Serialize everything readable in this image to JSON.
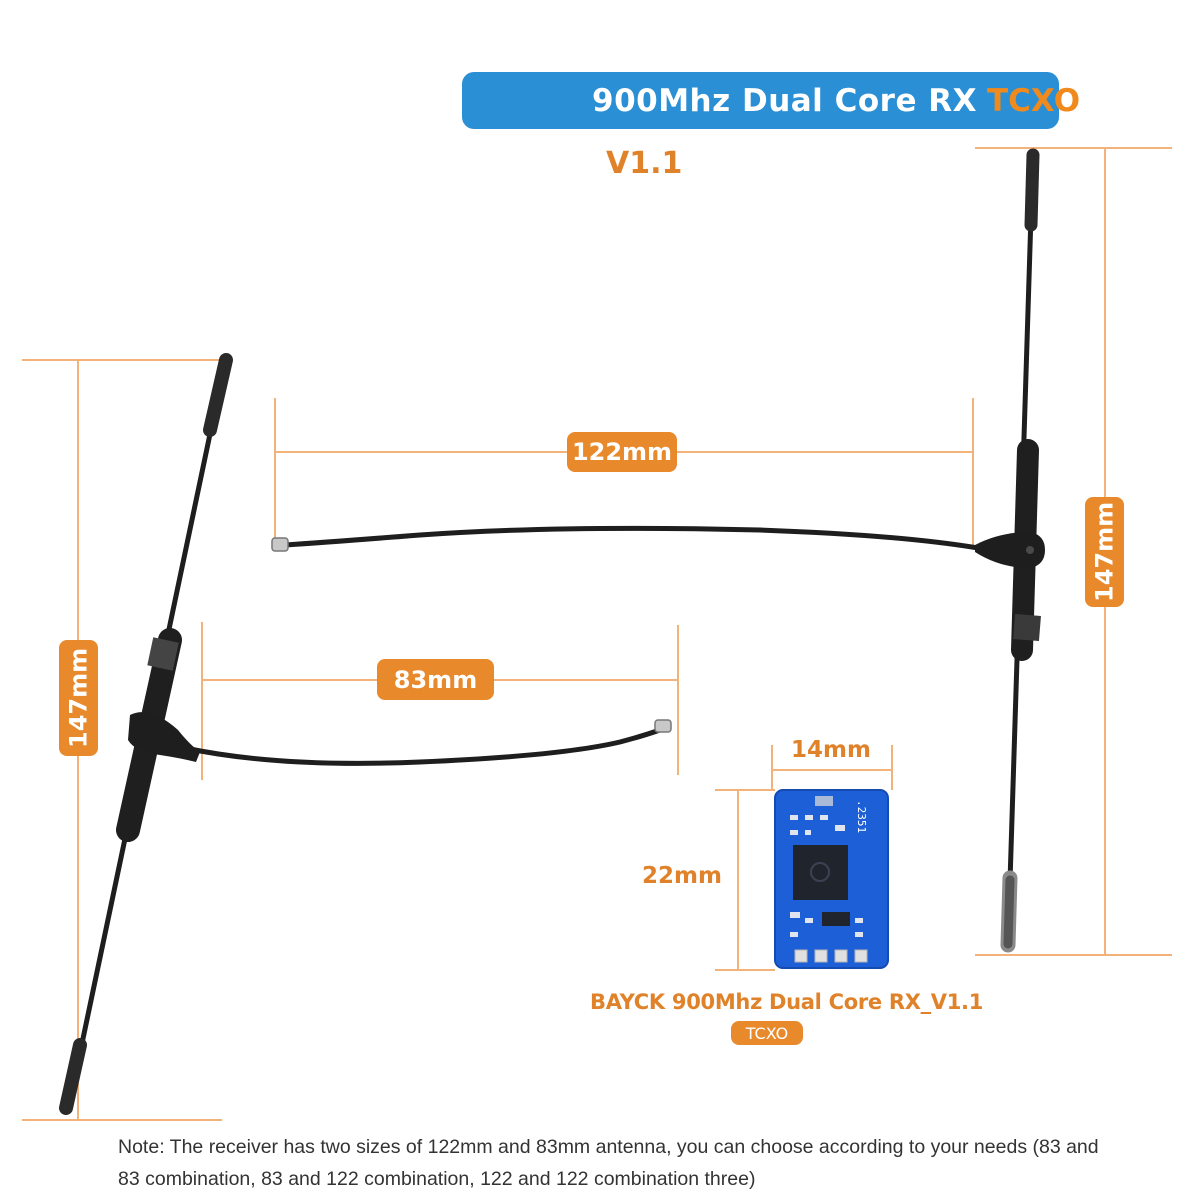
{
  "title": {
    "main": "900Mhz Dual Core RX",
    "accent": "TCXO",
    "version": "V1.1"
  },
  "dimensions": {
    "left_antenna_height": "147mm",
    "right_antenna_height": "147mm",
    "long_cable_length": "122mm",
    "short_cable_length": "83mm",
    "board_width": "14mm",
    "board_height": "22mm"
  },
  "receiver": {
    "caption": "BAYCK 900Mhz Dual Core RX_V1.1",
    "badge": "TCXO",
    "pcb_marking": ".2351"
  },
  "note": "Note: The receiver has two sizes of 122mm and 83mm antenna, you can choose according to your needs (83 and 83 combination, 83 and 122 combination, 122 and 122 combination three)",
  "colors": {
    "banner_blue": "#2a8fd4",
    "accent_orange": "#e8892b",
    "pcb_blue": "#1d5fd6",
    "antenna_black": "#1e1e1e"
  }
}
